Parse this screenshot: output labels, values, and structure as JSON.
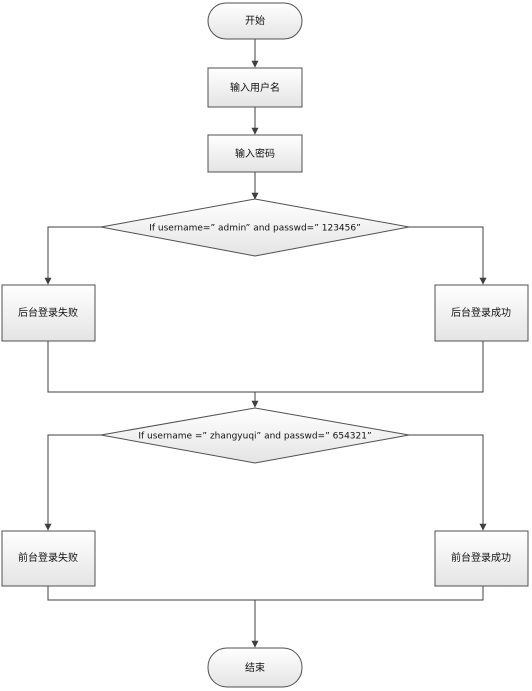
{
  "flowchart": {
    "start": "开始",
    "input_username": "输入用户名",
    "input_password": "输入密码",
    "condition_admin": "If username=” admin” and passwd=” 123456”",
    "admin_fail": "后台登录失败",
    "admin_success": "后台登录成功",
    "condition_user": "If username =” zhangyuqi” and passwd=” 654321”",
    "user_fail": "前台登录失败",
    "user_success": "前台登录成功",
    "end": "结束"
  },
  "colors": {
    "fill": "#eeeeee",
    "stroke": "#505050",
    "line": "#404040"
  }
}
